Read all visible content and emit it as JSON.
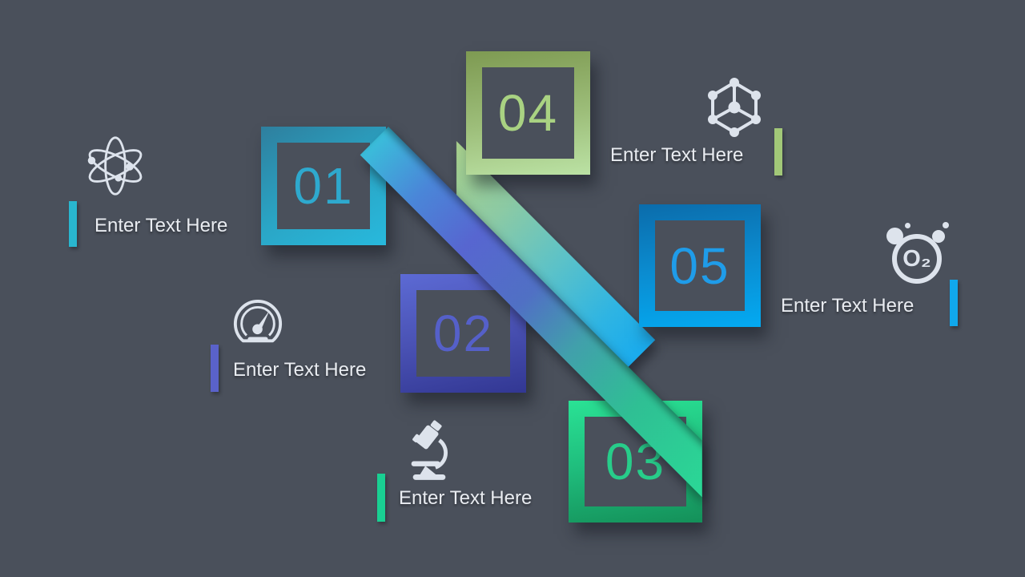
{
  "slide": {
    "background": "#4a505b",
    "text_color": "#e9ecf1",
    "icon_color": "#dde3ec"
  },
  "ribbons": {
    "ribbon_01_03": {
      "gradient": "linear-gradient(90deg,#3abeda 0%,#4a86d8 14%,#5766d0 28%,#5070c4 44%,#41a0ab 58%,#2fbf94 75%,#2adb96 100%)"
    },
    "ribbon_04_05": {
      "gradient": "linear-gradient(90deg,#aad28d 0%,#8ccaa4 28%,#5cc2c8 55%,#2eb4e3 80%,#17aaee 100%)"
    }
  },
  "items": [
    {
      "number": "01",
      "label": "Enter Text Here",
      "icon": "atom-icon",
      "accent_color": "#29b6ce",
      "number_color": "#2ea9ce",
      "frame_gradient": "linear-gradient(150deg,#2e7f9e 0%,#2aa6c6 55%,#28b9dd 100%)"
    },
    {
      "number": "02",
      "label": "Enter Text Here",
      "icon": "gauge-icon",
      "accent_color": "#5a62ca",
      "number_color": "#5560c9",
      "frame_gradient": "linear-gradient(168deg,#5c6ad4 0%,#4a52b4 50%,#323793 100%)"
    },
    {
      "number": "03",
      "label": "Enter Text Here",
      "icon": "microscope-icon",
      "accent_color": "#19cf92",
      "number_color": "#27cd8a",
      "frame_gradient": "linear-gradient(172deg,#2ae295 0%,#1fbc7c 50%,#149059 100%)"
    },
    {
      "number": "04",
      "label": "Enter Text Here",
      "icon": "molecule-lattice-icon",
      "accent_color": "#a2c878",
      "number_color": "#a9d282",
      "frame_gradient": "linear-gradient(172deg,#7e9a52 0%,#9dbe7a 55%,#bbe2a4 100%)"
    },
    {
      "number": "05",
      "label": "Enter Text Here",
      "icon": "oxygen-icon",
      "icon_text": "O₂",
      "accent_color": "#10a8ec",
      "number_color": "#1f9ce9",
      "frame_gradient": "linear-gradient(172deg,#0b6cab 0%,#0b8cd0 50%,#03aaf2 100%)"
    }
  ]
}
